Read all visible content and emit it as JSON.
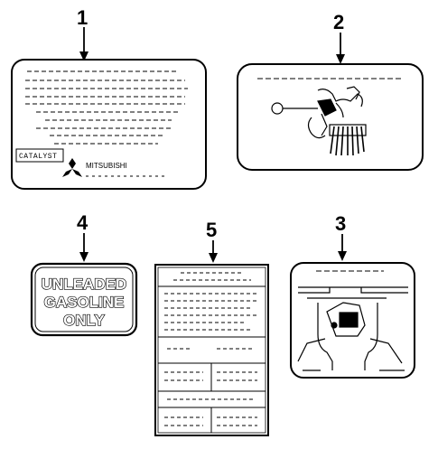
{
  "callouts": {
    "label_1": "1",
    "label_2": "2",
    "label_3": "3",
    "label_4": "4",
    "label_5": "5"
  },
  "emission_label": {
    "catalyst_text": "CATALYST",
    "brand_text": "MITSUBISHI"
  },
  "fuel_label": {
    "line1": "UNLEADED",
    "line2": "GASOLINE",
    "line3": "ONLY"
  },
  "icons": {
    "brand_logo": "mitsubishi-diamond-logo",
    "arrow": "down-arrow"
  },
  "colors": {
    "ink": "#000000",
    "background": "#ffffff"
  }
}
